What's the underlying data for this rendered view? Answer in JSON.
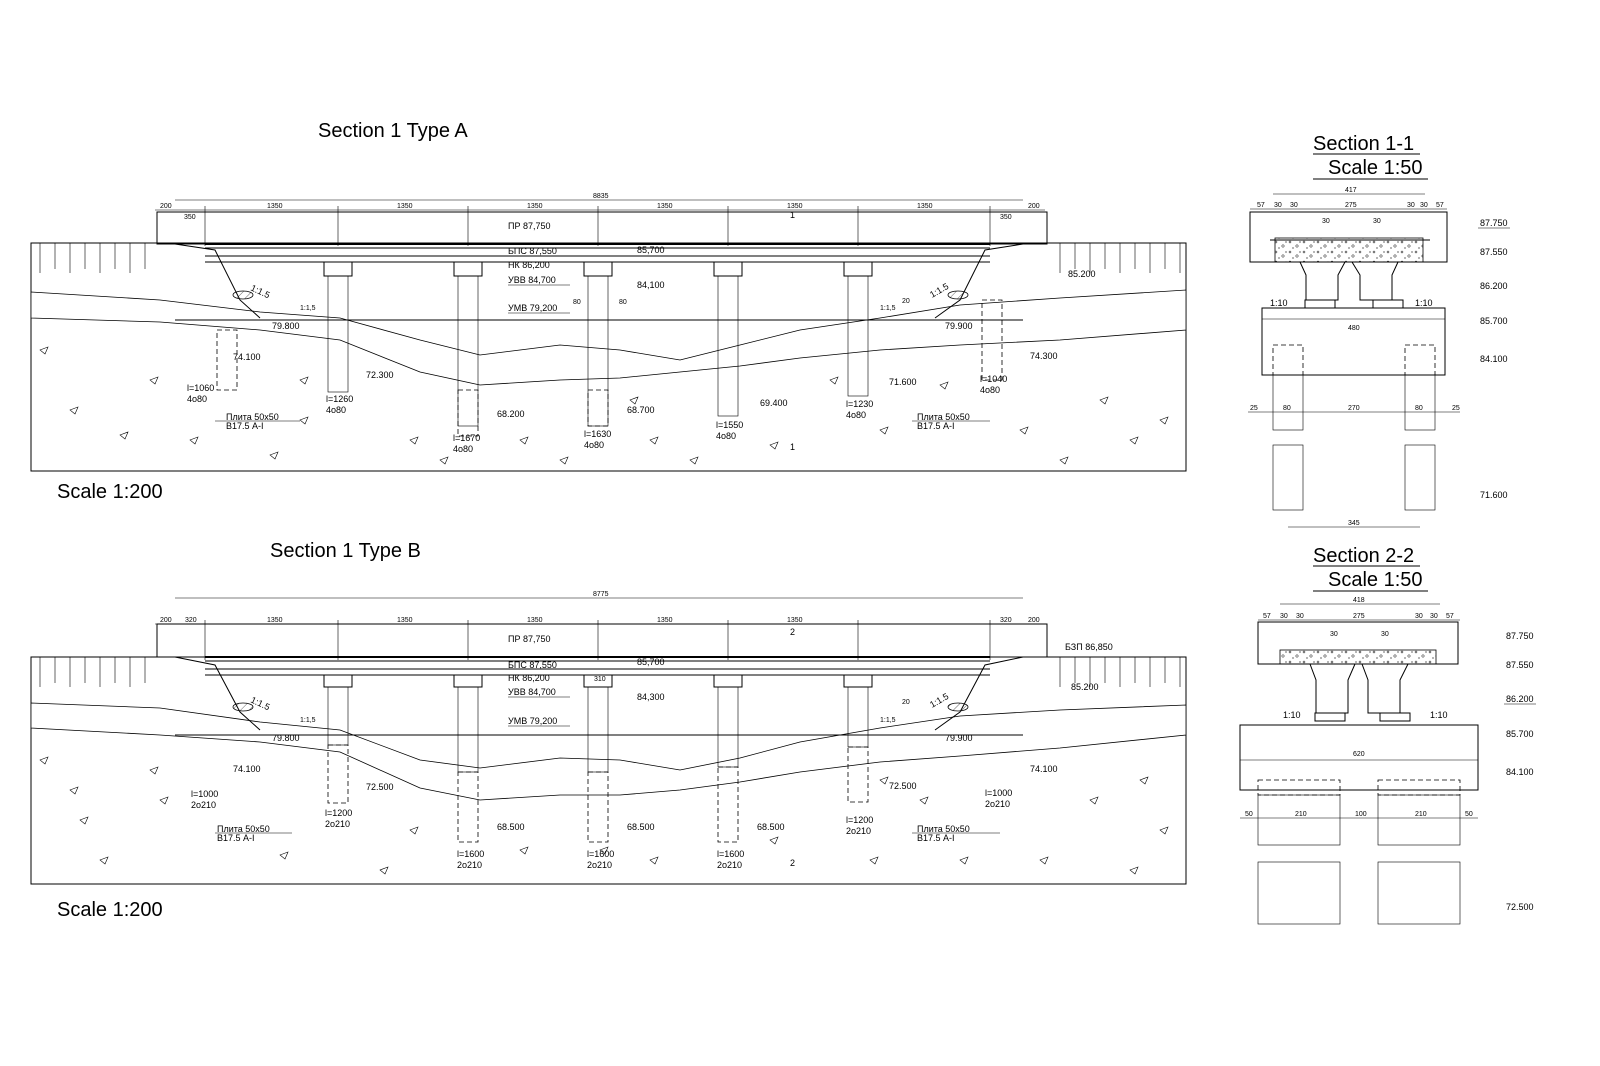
{
  "titles": {
    "sec_a": "Section 1 Type A",
    "sec_b": "Section 1 Type B",
    "sec_11": "Section 1-1",
    "sec_22": "Section 2-2",
    "scale_a": "Scale 1:200",
    "scale_b": "Scale 1:200",
    "scale_11": "Scale 1:50",
    "scale_22": "Scale 1:50"
  },
  "type_a": {
    "total": "8835",
    "spans": [
      "200",
      "1350",
      "1350",
      "1350",
      "1350",
      "1350",
      "1350",
      "200"
    ],
    "end_350": "350",
    "marks": {
      "pr": "ПР 87,750",
      "bps": "БПС 87,550",
      "nk": "НК 86,200",
      "uvv": "УВВ 84,700",
      "umv": "УМВ 79,200",
      "e85700": "85,700",
      "e84100": "84,100",
      "e85200": "85.200",
      "w80a": "80",
      "w80b": "80",
      "w20": "20"
    },
    "slopes": [
      "1:1.5",
      "1:1.5",
      "1:1,5",
      "1:1,5"
    ],
    "cut": "1",
    "ground": [
      "79.800",
      "74.100",
      "72.300",
      "68.200",
      "68.700",
      "69.400",
      "71.600",
      "79.900",
      "74.300"
    ],
    "piles": [
      {
        "l": "l=1060",
        "n": "4о80"
      },
      {
        "l": "l=1260",
        "n": "4о80"
      },
      {
        "l": "l=1670",
        "n": "4о80"
      },
      {
        "l": "l=1630",
        "n": "4о80"
      },
      {
        "l": "l=1550",
        "n": "4о80"
      },
      {
        "l": "l=1230",
        "n": "4о80"
      },
      {
        "l": "l=1040",
        "n": "4о80"
      }
    ],
    "plate1": "Плита 50х50",
    "plate2": "В17.5 А-I"
  },
  "type_b": {
    "total": "8775",
    "spans": [
      "200",
      "320",
      "1350",
      "1350",
      "1350",
      "1350",
      "1350",
      "320",
      "200"
    ],
    "marks": {
      "pr": "ПР 87,750",
      "bps": "БПС 87,550",
      "nk": "НК 86,200",
      "uvv": "УВВ 84,700",
      "umv": "УМВ 79,200",
      "e85700": "85,700",
      "e84300": "84,300",
      "e85200": "85.200",
      "bzp": "БЗП 86,850",
      "w310": "310",
      "w20": "20"
    },
    "slopes": [
      "1:1.5",
      "1:1.5",
      "1:1,5",
      "1:1,5"
    ],
    "cut": "2",
    "ground": [
      "79.800",
      "74.100",
      "72.500",
      "68.500",
      "68.500",
      "68.500",
      "72.500",
      "79.900",
      "74.100"
    ],
    "piles": [
      {
        "l": "l=1000",
        "n": "2о210"
      },
      {
        "l": "l=1200",
        "n": "2о210"
      },
      {
        "l": "l=1600",
        "n": "2о210"
      },
      {
        "l": "l=1600",
        "n": "2о210"
      },
      {
        "l": "l=1600",
        "n": "2о210"
      },
      {
        "l": "l=1200",
        "n": "2о210"
      },
      {
        "l": "l=1000",
        "n": "2о210"
      }
    ],
    "plate1": "Плита 50х50",
    "plate2": "В17.5 А-I"
  },
  "sec_11": {
    "top": "417",
    "dims": [
      "57",
      "30",
      "30",
      "275",
      "30",
      "30",
      "57"
    ],
    "inner30a": "30",
    "inner30b": "30",
    "w480": "480",
    "slope1": "1:10",
    "slope2": "1:10",
    "bottom_dims": [
      "25",
      "80",
      "270",
      "80",
      "25"
    ],
    "w345": "345",
    "elev": [
      "87.750",
      "87.550",
      "86.200",
      "85.700",
      "84.100",
      "71.600"
    ]
  },
  "sec_22": {
    "top": "418",
    "dims": [
      "57",
      "30",
      "30",
      "275",
      "30",
      "30",
      "57"
    ],
    "inner30a": "30",
    "inner30b": "30",
    "w620": "620",
    "slope1": "1:10",
    "slope2": "1:10",
    "bottom_dims": [
      "50",
      "210",
      "100",
      "210",
      "50"
    ],
    "elev": [
      "87.750",
      "87.550",
      "86.200",
      "85.700",
      "84.100",
      "72.500"
    ]
  }
}
